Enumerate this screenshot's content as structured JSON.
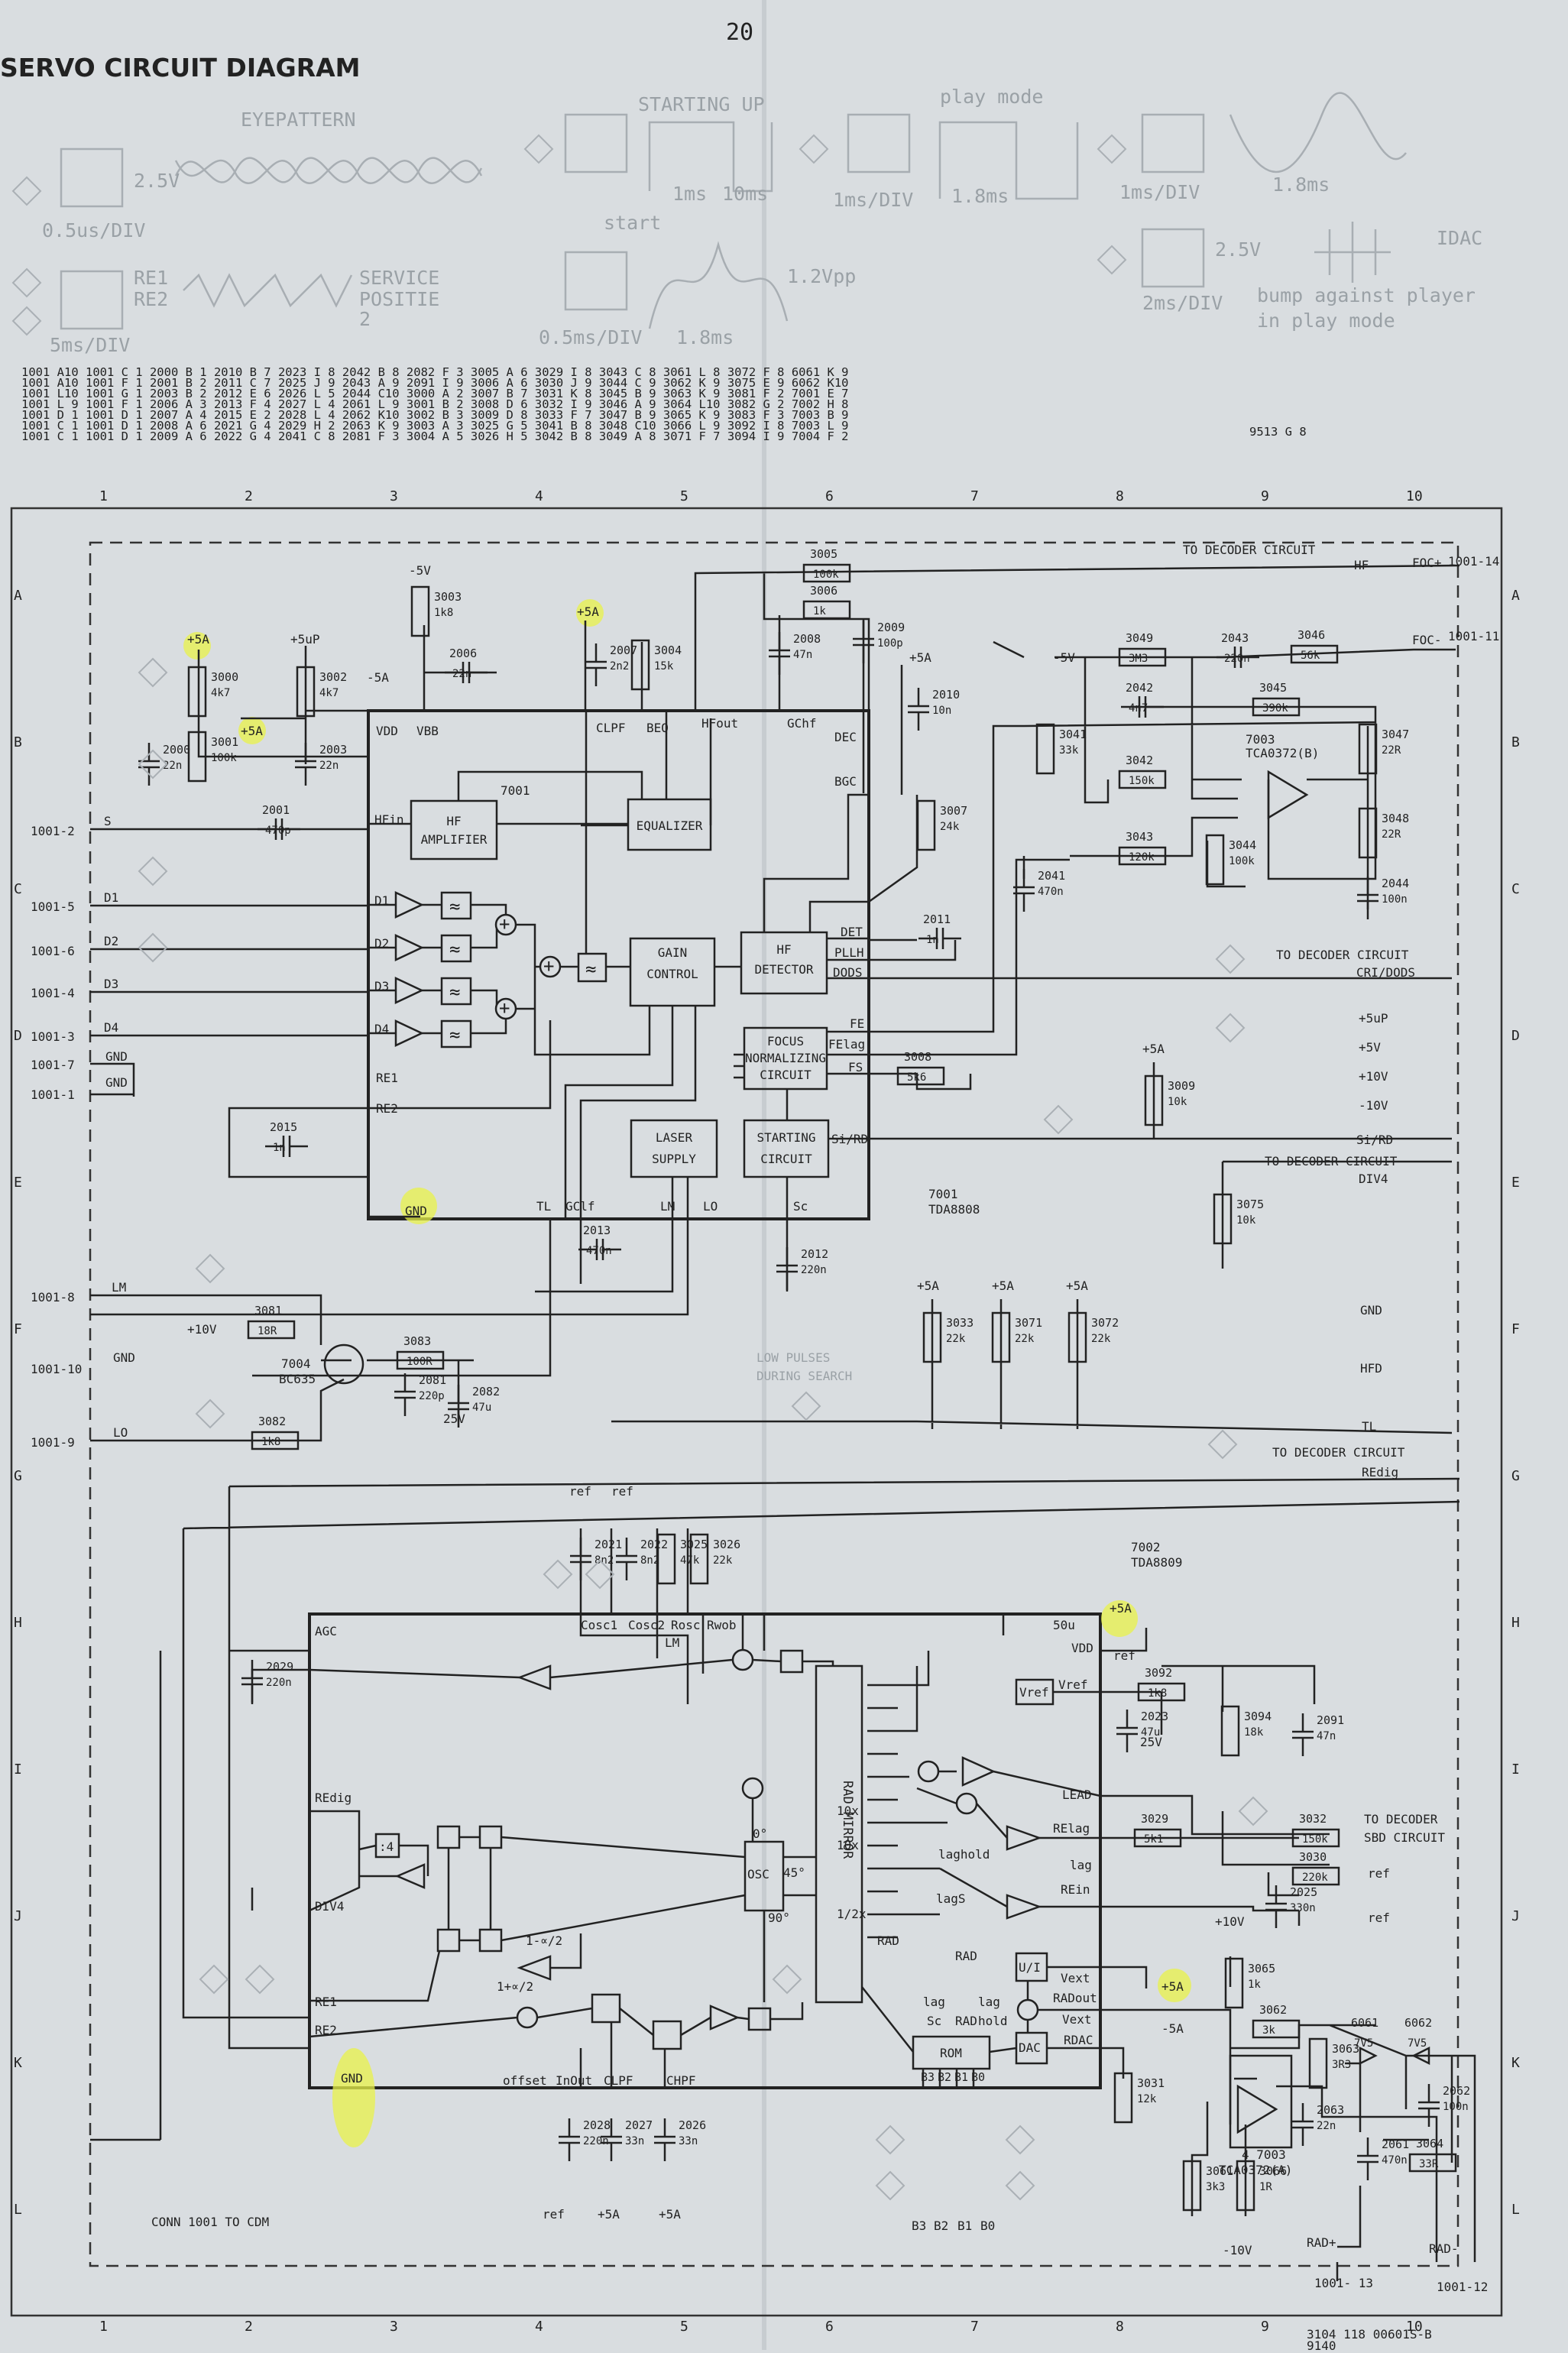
{
  "page": {
    "number": "20",
    "title": "SERVO CIRCUIT DIAGRAM",
    "footer_code": "3104 118 00601S-B",
    "footer_code2": "9140",
    "connector_caption": "CONN 1001 TO CDM"
  },
  "scope_panel": {
    "eyepattern": "EYEPATTERN",
    "eye_amp": "2.5V",
    "eye_div": "0.5us/DIV",
    "starting_up": "STARTING UP",
    "start": "start",
    "start_t1": "1ms",
    "start_t2": "10ms",
    "start_div": "1ms/DIV",
    "play_mode": "play mode",
    "play_t": "1.8ms",
    "play_div": "1ms/DIV",
    "sine_t": "1.8ms",
    "re1": "RE1",
    "re2": "RE2",
    "service": "SERVICE",
    "positie": "POSITIE",
    "positie_n": "2",
    "re_div": "5ms/DIV",
    "amp12": "1.2Vpp",
    "t18": "1.8ms",
    "div05": "0.5ms/DIV",
    "v25": "2.5V",
    "idac": "IDAC",
    "bump1": "bump against player",
    "bump2": "in play mode",
    "div2ms": "2ms/DIV"
  },
  "grid_columns": [
    "1",
    "2",
    "3",
    "4",
    "5",
    "6",
    "7",
    "8",
    "9",
    "10"
  ],
  "grid_rows": [
    "A",
    "B",
    "C",
    "D",
    "E",
    "F",
    "G",
    "H",
    "I",
    "J",
    "K",
    "L"
  ],
  "blocks": {
    "hf_amp1": "HF",
    "hf_amp2": "AMPLIFIER",
    "equalizer": "EQUALIZER",
    "gain1": "GAIN",
    "gain2": "CONTROL",
    "hfdet1": "HF",
    "hfdet2": "DETECTOR",
    "focus1": "FOCUS",
    "focus2": "NORMALIZING",
    "focus3": "CIRCUIT",
    "laser1": "LASER",
    "laser2": "SUPPLY",
    "start1": "STARTING",
    "start2": "CIRCUIT",
    "rad_mirror": "RAD MIRROR",
    "osc": "OSC",
    "rom": "ROM",
    "dac": "DAC",
    "vref_box": "Vref"
  },
  "ics": {
    "u7001": "7001",
    "u7001_type": "TDA8808",
    "u7002": "7002",
    "u7002_type": "TDA8809",
    "u7003b": "7003",
    "u7003b_type": "TCA0372(B)",
    "u7003a": "4 7003",
    "u7003a_type": "TCA0372(A)",
    "t7004": "7004",
    "t7004_type": "BC635"
  },
  "connectors": {
    "c2": "1001-2",
    "c5": "1001-5",
    "c6": "1001-6",
    "c4": "1001-4",
    "c3": "1001-3",
    "c7": "1001-7",
    "c1": "1001-1",
    "c8": "1001-8",
    "c10": "1001-10",
    "c9": "1001-9",
    "c14": "1001-14",
    "c11": "1001-11",
    "c13": "1001- 13",
    "c12": "1001-12"
  },
  "signals": {
    "to_decoder": "TO DECODER CIRCUIT",
    "hf": "HF",
    "foc_p": "FOC+",
    "foc_m": "FOC-",
    "cri_dods": "CRI/DODS",
    "p5up": "+5uP",
    "p5v": "+5V",
    "p10v": "+10V",
    "m10v": "-10V",
    "si_rd": "Si/RD",
    "div4": "DIV4",
    "gnd": "GND",
    "hfd": "HFD",
    "tl": "TL",
    "redig": "REdig",
    "sbd1": "TO DECODER",
    "sbd2": "SBD  CIRCUIT",
    "ref": "ref",
    "radp": "RAD+",
    "radm": "RAD-",
    "lm": "LM",
    "lo": "LO",
    "s": "S",
    "d1": "D1",
    "d2": "D2",
    "d3": "D3",
    "d4": "D4",
    "p5a": "+5A",
    "m5a": "-5A",
    "m5v": "-5V",
    "p10": "+10V",
    "m10": "-10V",
    "b3": "B3",
    "b2": "B2",
    "b1": "B1",
    "b0": "B0",
    "low_pulses": "LOW PULSES",
    "during_search": "DURING SEARCH"
  },
  "pins7001": {
    "vdd": "VDD",
    "vbb": "VBB",
    "clpf": "CLPF",
    "beq": "BEQ",
    "hfout": "HFout",
    "gchf": "GChf",
    "dec": "DEC",
    "bgc": "BGC",
    "hfin": "HFin",
    "det": "DET",
    "pllh": "PLLH",
    "dods": "DODS",
    "fe": "FE",
    "felag": "FElag",
    "fs": "FS",
    "si": "Si/RD",
    "re1": "RE1",
    "re2": "RE2",
    "gnd": "GND",
    "tl": "TL",
    "gclf": "GClf",
    "lm": "LM",
    "lo": "LO",
    "sc": "Sc"
  },
  "pins7002": {
    "agc": "AGC",
    "redig": "REdig",
    "div4": "DIV4",
    "re1": "RE1",
    "re2": "RE2",
    "gnd": "GND",
    "cosc1": "Cosc1",
    "cosc2": "Cosc2",
    "rosc": "Rosc",
    "rwob": "Rwob",
    "vdd": "VDD",
    "vref": "Vref",
    "lead": "LEAD",
    "relag": "RElag",
    "lag": "lag",
    "rein": "REin",
    "vext": "Vext",
    "radout": "RADout",
    "vext2": "Vext",
    "radc": "RDAC",
    "offset": "offset",
    "inout": "InOut",
    "clpf": "CLPF",
    "chpf": "CHPF",
    "laghold": "laghold",
    "lags": "lagS",
    "rad": "RAD",
    "ui": "U/I",
    "lag_sc": "lag",
    "sc": "Sc",
    "radhold": "RAD",
    "hold": "hold",
    "laghold2": "lag",
    "f50u": "50u",
    "half": "1/2x",
    "x10a": "10x",
    "x10b": "10x",
    "alpha1": "1-∝/2",
    "alpha2": "1+∝/2",
    "d0": "0°",
    "d45": "45°",
    "d90": "90°",
    "div4box": ":4"
  },
  "components": [
    {
      "ref": "3003",
      "val": "1k8"
    },
    {
      "ref": "3000",
      "val": "4k7"
    },
    {
      "ref": "3001",
      "val": "100k"
    },
    {
      "ref": "2000",
      "val": "22n"
    },
    {
      "ref": "3002",
      "val": "4k7"
    },
    {
      "ref": "2003",
      "val": "22n"
    },
    {
      "ref": "2006",
      "val": "22n"
    },
    {
      "ref": "2001",
      "val": "470p"
    },
    {
      "ref": "2007",
      "val": "2n2"
    },
    {
      "ref": "3004",
      "val": "15k"
    },
    {
      "ref": "3005",
      "val": "100k"
    },
    {
      "ref": "3006",
      "val": "1k"
    },
    {
      "ref": "2008",
      "val": "47n"
    },
    {
      "ref": "2009",
      "val": "100p"
    },
    {
      "ref": "2010",
      "val": "10n"
    },
    {
      "ref": "3007",
      "val": "24k"
    },
    {
      "ref": "2011",
      "val": "1n"
    },
    {
      "ref": "3008",
      "val": "5k6"
    },
    {
      "ref": "2015",
      "val": "1n"
    },
    {
      "ref": "2012",
      "val": "220n"
    },
    {
      "ref": "2013",
      "val": "470n"
    },
    {
      "ref": "3049",
      "val": "3M3"
    },
    {
      "ref": "2043",
      "val": "220n"
    },
    {
      "ref": "3046",
      "val": "56k"
    },
    {
      "ref": "2042",
      "val": "4n7"
    },
    {
      "ref": "3045",
      "val": "390k"
    },
    {
      "ref": "3041",
      "val": "33k"
    },
    {
      "ref": "3042",
      "val": "150k"
    },
    {
      "ref": "3047",
      "val": "22R"
    },
    {
      "ref": "3048",
      "val": "22R"
    },
    {
      "ref": "3043",
      "val": "120k"
    },
    {
      "ref": "3044",
      "val": "100k"
    },
    {
      "ref": "2044",
      "val": "100n"
    },
    {
      "ref": "2041",
      "val": "470n"
    },
    {
      "ref": "3009",
      "val": "10k"
    },
    {
      "ref": "3075",
      "val": "10k"
    },
    {
      "ref": "3081",
      "val": "18R"
    },
    {
      "ref": "3083",
      "val": "100R"
    },
    {
      "ref": "2081",
      "val": "220p"
    },
    {
      "ref": "2082",
      "val": "47u"
    },
    {
      "ref": "3082",
      "val": "1k8"
    },
    {
      "ref": "3033",
      "val": "22k"
    },
    {
      "ref": "3071",
      "val": "22k"
    },
    {
      "ref": "3072",
      "val": "22k"
    },
    {
      "ref": "2021",
      "val": "8n2"
    },
    {
      "ref": "2022",
      "val": "8n2"
    },
    {
      "ref": "3025",
      "val": "47k"
    },
    {
      "ref": "3026",
      "val": "22k"
    },
    {
      "ref": "2029",
      "val": "220n"
    },
    {
      "ref": "3092",
      "val": "1k8"
    },
    {
      "ref": "2023",
      "val": "47u"
    },
    {
      "ref": "3094",
      "val": "18k"
    },
    {
      "ref": "2091",
      "val": "47n"
    },
    {
      "ref": "3029",
      "val": "5k1"
    },
    {
      "ref": "3032",
      "val": "150k"
    },
    {
      "ref": "3030",
      "val": "220k"
    },
    {
      "ref": "2025",
      "val": "330n"
    },
    {
      "ref": "3065",
      "val": "1k"
    },
    {
      "ref": "3062",
      "val": "3k"
    },
    {
      "ref": "3063",
      "val": "3R3"
    },
    {
      "ref": "6061",
      "val": "7V5"
    },
    {
      "ref": "6062",
      "val": "7V5"
    },
    {
      "ref": "2062",
      "val": "100n"
    },
    {
      "ref": "2063",
      "val": "22n"
    },
    {
      "ref": "2061",
      "val": "470n"
    },
    {
      "ref": "3064",
      "val": "33R"
    },
    {
      "ref": "3031",
      "val": "12k"
    },
    {
      "ref": "3061",
      "val": "3k3"
    },
    {
      "ref": "3066",
      "val": "1R"
    },
    {
      "ref": "2028",
      "val": "220n"
    },
    {
      "ref": "2027",
      "val": "33n"
    },
    {
      "ref": "2026",
      "val": "33n"
    },
    {
      "ref": "9513",
      "val": ""
    }
  ],
  "extra_values": {
    "v25a": "25V",
    "v25b": "25V",
    "f50u": "50u"
  },
  "parts_table": [
    "1001  A10   1001  C 1   2000  B 1   2010  B 7   2023  I 8   2042  B 8   2082  F 3   3005  A 6   3029  I 8   3043  C 8   3061  L 8   3072  F 8   6061  K 9",
    "1001  A10   1001  F 1   2001  B 2   2011  C 7   2025  J 9   2043  A 9   2091  I 9   3006  A 6   3030  J 9   3044  C 9   3062  K 9   3075  E 9   6062  K10",
    "1001  L10   1001  G 1   2003  B 2   2012  E 6   2026  L 5   2044  C10   3000  A 2   3007  B 7   3031  K 8   3045  B 9   3063  K 9   3081  F 2   7001  E 7",
    "1001  L 9   1001  F 1   2006  A 3   2013  F 4   2027  L 4   2061  L 9   3001  B 2   3008  D 6   3032  I 9   3046  A 9   3064  L10   3082  G 2   7002  H 8",
    "1001  D 1   1001  D 1   2007  A 4   2015  E 2   2028  L 4   2062  K10   3002  B 3   3009  D 8   3033  F 7   3047  B 9   3065  K 9   3083  F 3   7003  B 9",
    "1001  C 1   1001  D 1   2008  A 6   2021  G 4   2029  H 2   2063  K 9   3003  A 3   3025  G 5   3041  B 8   3048  C10   3066  L 9   3092  I 8   7003  L 9",
    "1001  C 1   1001  D 1   2009  A 6   2022  G 4   2041  C 8   2081  F 3   3004  A 5   3026  H 5   3042  B 8   3049  A 8   3071  F 7   3094  I 9   7004  F 2"
  ],
  "parts_table_tail": "9513  G 8"
}
